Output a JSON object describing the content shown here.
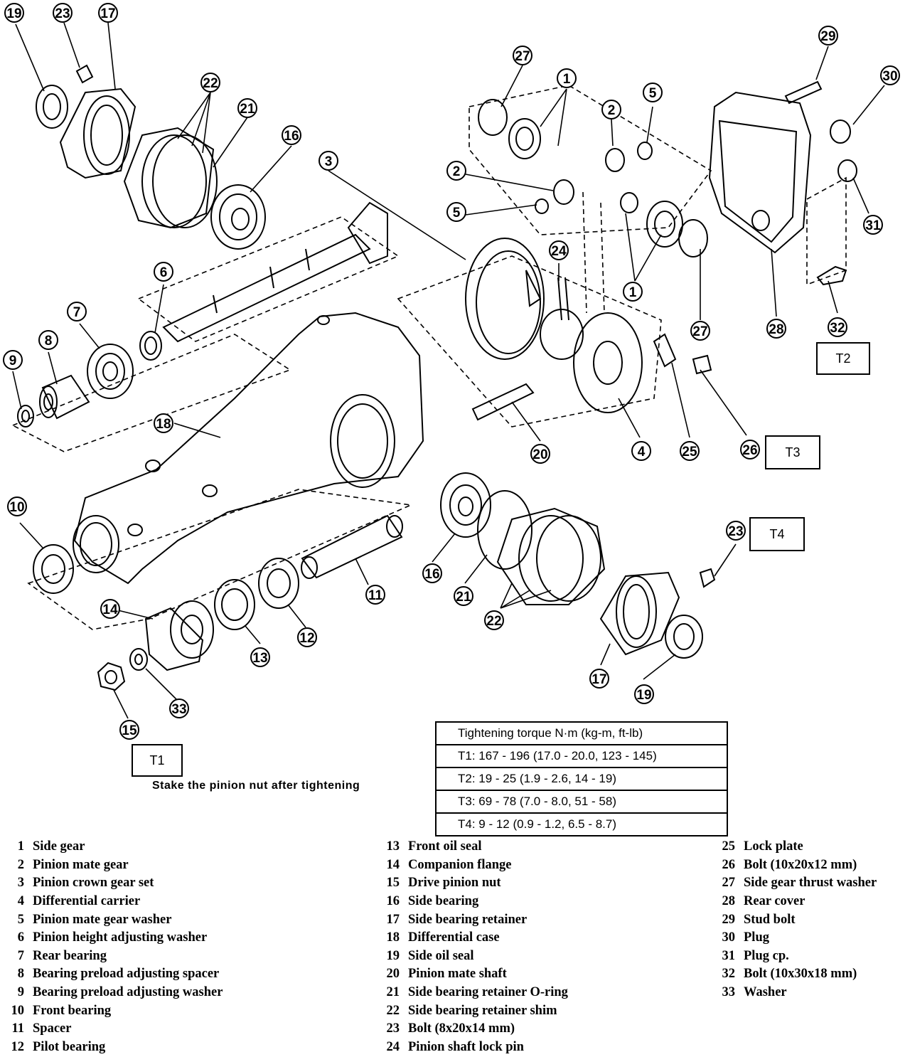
{
  "callouts": [
    {
      "label": "19"
    },
    {
      "label": "23"
    },
    {
      "label": "17"
    },
    {
      "label": "22"
    },
    {
      "label": "21"
    },
    {
      "label": "16"
    },
    {
      "label": "3"
    },
    {
      "label": "27"
    },
    {
      "label": "1"
    },
    {
      "label": "2"
    },
    {
      "label": "5"
    },
    {
      "label": "29"
    },
    {
      "label": "30"
    },
    {
      "label": "2"
    },
    {
      "label": "5"
    },
    {
      "label": "31"
    },
    {
      "label": "24"
    },
    {
      "label": "1"
    },
    {
      "label": "27"
    },
    {
      "label": "28"
    },
    {
      "label": "32"
    },
    {
      "label": "6"
    },
    {
      "label": "7"
    },
    {
      "label": "8"
    },
    {
      "label": "9"
    },
    {
      "label": "18"
    },
    {
      "label": "4"
    },
    {
      "label": "25"
    },
    {
      "label": "26"
    },
    {
      "label": "20"
    },
    {
      "label": "10"
    },
    {
      "label": "16"
    },
    {
      "label": "21"
    },
    {
      "label": "22"
    },
    {
      "label": "23"
    },
    {
      "label": "11"
    },
    {
      "label": "14"
    },
    {
      "label": "13"
    },
    {
      "label": "12"
    },
    {
      "label": "17"
    },
    {
      "label": "19"
    },
    {
      "label": "33"
    },
    {
      "label": "15"
    }
  ],
  "torque_boxes": {
    "t1": "T1",
    "t2": "T2",
    "t3": "T3",
    "t4": "T4"
  },
  "note": "Stake the pinion nut after tightening",
  "torque_table": {
    "header": "Tightening torque  N·m (kg-m, ft-lb)",
    "rows": [
      "T1:  167 - 196 (17.0 - 20.0, 123 - 145)",
      "T2:  19 - 25 (1.9 - 2.6, 14 - 19)",
      "T3:  69 - 78 (7.0 - 8.0, 51 - 58)",
      "T4:  9 - 12 (0.9 - 1.2, 6.5 - 8.7)"
    ]
  },
  "legend": {
    "col1": [
      {
        "num": "1",
        "label": "Side gear"
      },
      {
        "num": "2",
        "label": "Pinion mate gear"
      },
      {
        "num": "3",
        "label": "Pinion crown gear set"
      },
      {
        "num": "4",
        "label": "Differential carrier"
      },
      {
        "num": "5",
        "label": "Pinion mate gear washer"
      },
      {
        "num": "6",
        "label": "Pinion height adjusting washer"
      },
      {
        "num": "7",
        "label": "Rear bearing"
      },
      {
        "num": "8",
        "label": "Bearing preload adjusting spacer"
      },
      {
        "num": "9",
        "label": "Bearing preload adjusting washer"
      },
      {
        "num": "10",
        "label": "Front bearing"
      },
      {
        "num": "11",
        "label": "Spacer"
      },
      {
        "num": "12",
        "label": "Pilot bearing"
      }
    ],
    "col2": [
      {
        "num": "13",
        "label": "Front oil seal"
      },
      {
        "num": "14",
        "label": "Companion flange"
      },
      {
        "num": "15",
        "label": "Drive pinion nut"
      },
      {
        "num": "16",
        "label": "Side bearing"
      },
      {
        "num": "17",
        "label": "Side bearing retainer"
      },
      {
        "num": "18",
        "label": "Differential case"
      },
      {
        "num": "19",
        "label": "Side oil seal"
      },
      {
        "num": "20",
        "label": "Pinion mate shaft"
      },
      {
        "num": "21",
        "label": "Side bearing retainer O-ring"
      },
      {
        "num": "22",
        "label": "Side bearing retainer shim"
      },
      {
        "num": "23",
        "label": "Bolt (8x20x14 mm)"
      },
      {
        "num": "24",
        "label": "Pinion shaft lock pin"
      }
    ],
    "col3": [
      {
        "num": "25",
        "label": "Lock plate"
      },
      {
        "num": "26",
        "label": "Bolt (10x20x12 mm)"
      },
      {
        "num": "27",
        "label": "Side gear thrust washer"
      },
      {
        "num": "28",
        "label": "Rear cover"
      },
      {
        "num": "29",
        "label": "Stud bolt"
      },
      {
        "num": "30",
        "label": "Plug"
      },
      {
        "num": "31",
        "label": "Plug cp."
      },
      {
        "num": "32",
        "label": "Bolt (10x30x18 mm)"
      },
      {
        "num": "33",
        "label": "Washer"
      }
    ]
  }
}
